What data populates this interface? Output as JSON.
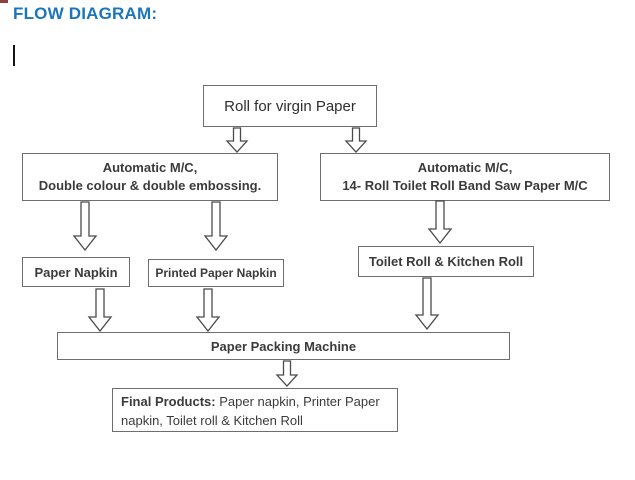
{
  "page": {
    "title": "FLOW DIAGRAM:"
  },
  "colors": {
    "title_blue": "#1b75bc",
    "box_border": "#6e6e6e",
    "box_text": "#3b3b3b",
    "arrow_outline": "#4a4a4a",
    "background": "#ffffff"
  },
  "diagram": {
    "nodes": {
      "virgin_roll": {
        "label": "Roll for virgin Paper"
      },
      "automatic_embossing": {
        "line1": "Automatic M/C,",
        "line2": "Double colour & double embossing."
      },
      "automatic_bandsaw": {
        "line1": "Automatic M/C,",
        "line2": "14- Roll Toilet Roll Band Saw Paper M/C"
      },
      "paper_napkin": {
        "label": "Paper Napkin"
      },
      "printed_paper_napkin": {
        "label": "Printed Paper Napkin"
      },
      "toilet_kitchen_roll": {
        "label": "Toilet Roll & Kitchen Roll"
      },
      "packing_machine": {
        "label": "Paper Packing Machine"
      },
      "final_products": {
        "label_bold": "Final Products:",
        "label_rest": " Paper napkin, Printer Paper napkin, Toilet roll & Kitchen Roll"
      }
    },
    "edges": [
      {
        "from": "virgin_roll",
        "to": "automatic_embossing"
      },
      {
        "from": "virgin_roll",
        "to": "automatic_bandsaw"
      },
      {
        "from": "automatic_embossing",
        "to": "paper_napkin"
      },
      {
        "from": "automatic_embossing",
        "to": "printed_paper_napkin"
      },
      {
        "from": "automatic_bandsaw",
        "to": "toilet_kitchen_roll"
      },
      {
        "from": "paper_napkin",
        "to": "packing_machine"
      },
      {
        "from": "printed_paper_napkin",
        "to": "packing_machine"
      },
      {
        "from": "toilet_kitchen_roll",
        "to": "packing_machine"
      },
      {
        "from": "packing_machine",
        "to": "final_products"
      }
    ]
  }
}
